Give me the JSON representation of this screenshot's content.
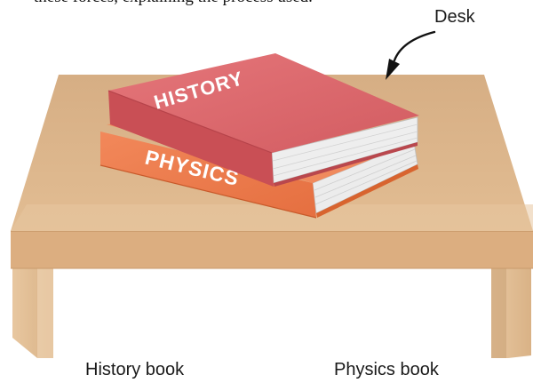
{
  "intro_text": "these forces, explaining the process used.",
  "labels": {
    "desk": "Desk",
    "history_book": "History book",
    "physics_book": "Physics book"
  },
  "books": {
    "top_cover_title": "HISTORY",
    "bottom_cover_title": "PHYSICS"
  },
  "colors": {
    "desk_top": "#d9b389",
    "desk_front": "#dcae80",
    "history_cover": "#de6a6e",
    "physics_cover": "#ee7d4d"
  }
}
